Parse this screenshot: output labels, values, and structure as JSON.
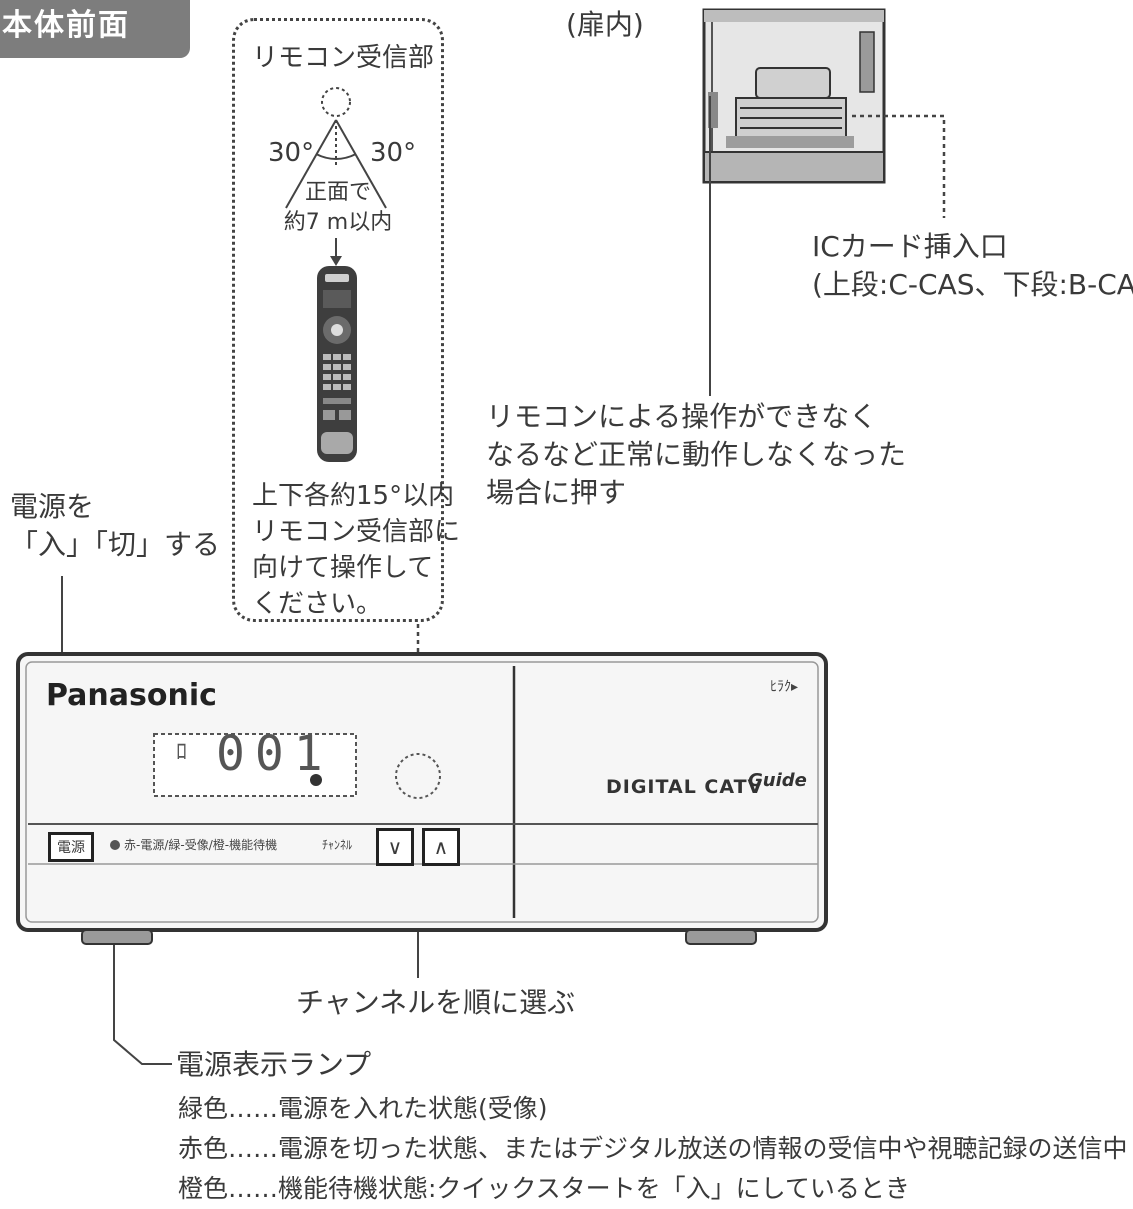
{
  "section_tab": "本体前面",
  "door_note": "(扉内)",
  "remote_box": {
    "title": "リモコン受信部",
    "angle_left": "30°",
    "angle_right": "30°",
    "distance_lines": [
      "正面で",
      "約7 m以内"
    ],
    "instruction_lines": [
      "上下各約15°以内",
      "リモコン受信部に",
      "向けて操作して",
      "ください。"
    ]
  },
  "ic_card": {
    "lines": [
      "ICカード挿入口",
      "(上段:C-CAS、下段:B-CAS)"
    ]
  },
  "reset_note": {
    "lines": [
      "リモコンによる操作ができなく",
      "なるなど正常に動作しなくなった",
      "場合に押す"
    ]
  },
  "power_note": {
    "lines": [
      "電源を",
      "「入」「切」する"
    ]
  },
  "device": {
    "brand": "Panasonic",
    "display": "001",
    "display_prefix": "ﾛ",
    "power_button": "電源",
    "lamp_legend": "赤-電源/緑-受像/橙-機能待機",
    "channel_label": "ﾁｬﾝﾈﾙ",
    "ch_down": "∨",
    "ch_up": "∧",
    "door_tag": "ﾋﾗｸ▸",
    "product_label": "DIGITAL CATV",
    "guide_logo": "Guide"
  },
  "channel_note": "チャンネルを順に選ぶ",
  "lamp": {
    "title": "電源表示ランプ",
    "rows": [
      "緑色……電源を入れた状態(受像)",
      "赤色……電源を切った状態、またはデジタル放送の情報の受信中や視聴記録の送信中",
      "橙色……機能待機状態:クイックスタートを「入」にしているとき"
    ]
  }
}
